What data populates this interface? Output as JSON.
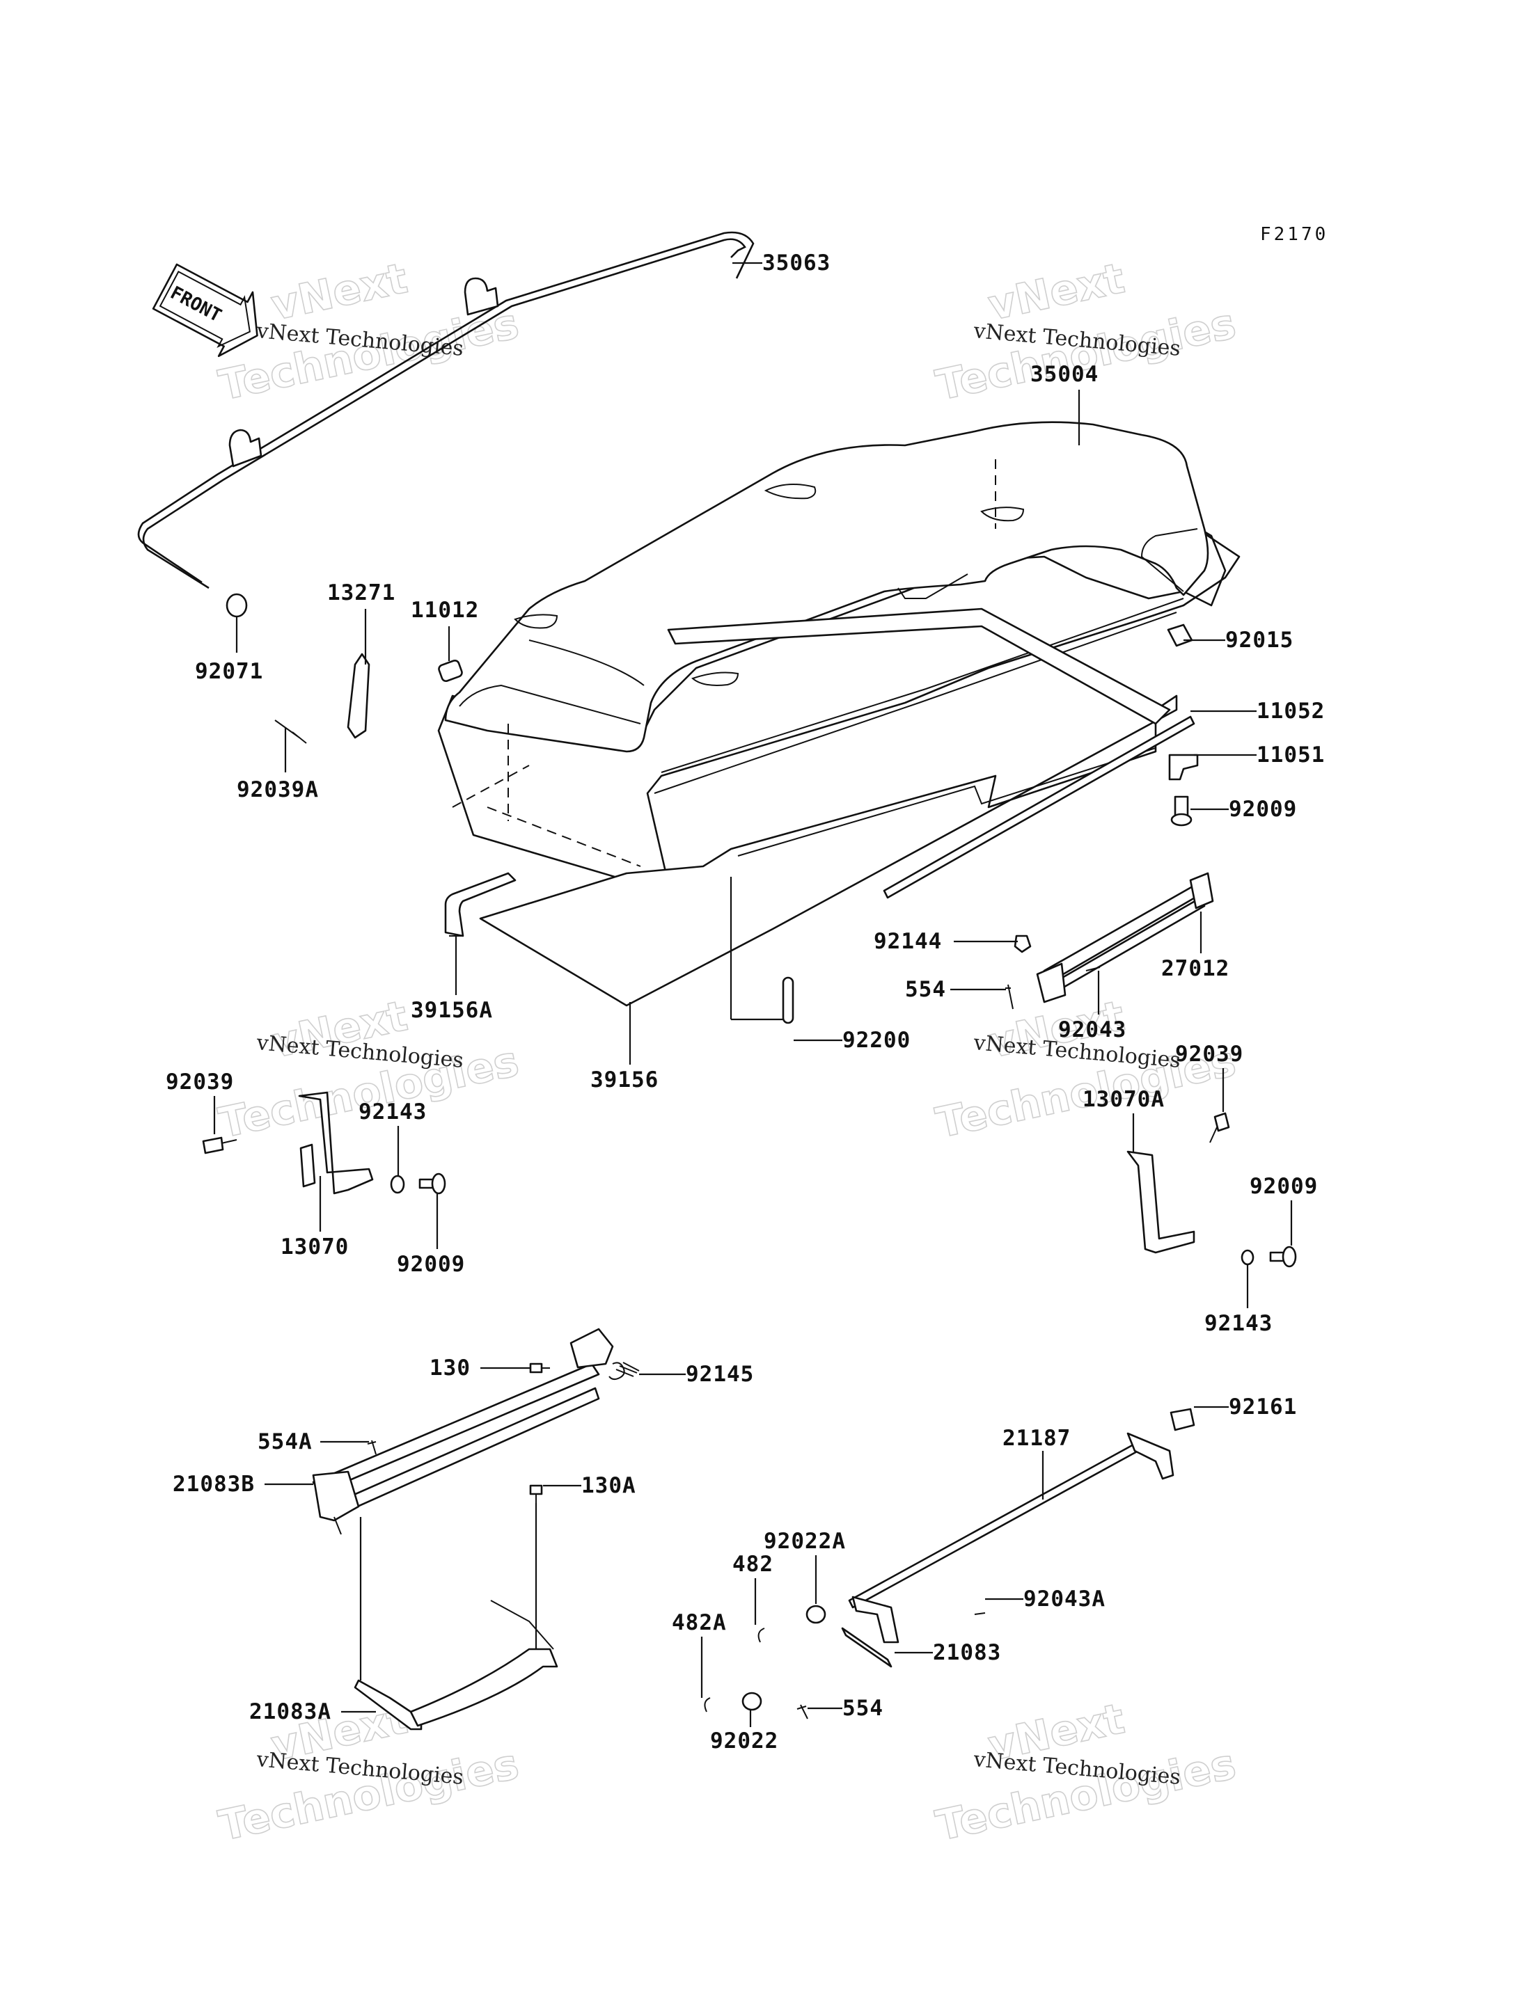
{
  "diagram_code": "F2170",
  "front_label": "FRONT",
  "watermark": {
    "line1": "vNext Technologies",
    "line2": "vNext",
    "line3": "Technologies"
  },
  "parts": [
    "35063",
    "35004",
    "13271",
    "11012",
    "92071",
    "92039A",
    "92015",
    "11052",
    "11051",
    "92009",
    "92144",
    "27012",
    "554",
    "92043",
    "39156A",
    "92200",
    "39156",
    "92039",
    "92143",
    "13070",
    "92009",
    "92039",
    "13070A",
    "92009",
    "92143",
    "130",
    "92145",
    "554A",
    "21083B",
    "130A",
    "92161",
    "21187",
    "92022A",
    "482",
    "482A",
    "92043A",
    "21083",
    "554",
    "21083A",
    "92022"
  ]
}
